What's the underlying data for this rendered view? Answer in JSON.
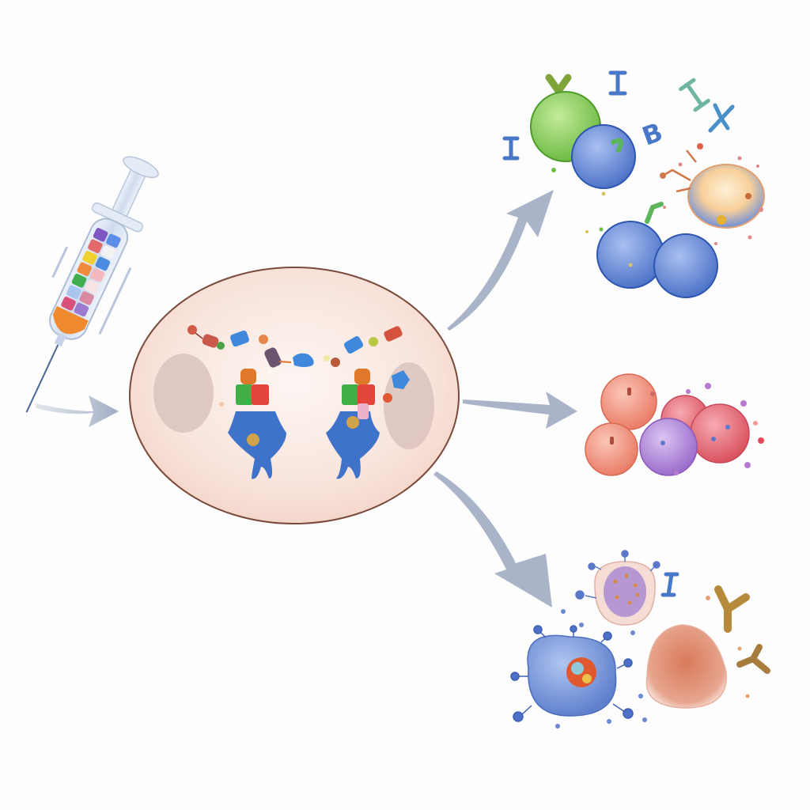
{
  "diagram": {
    "background": "#fdfdfd",
    "theme": "vaccine antigen presentation leading to three immune response outcomes",
    "colors": {
      "arrow": "#a9b4c8",
      "cell_fill": "#f8e3da",
      "cell_center": "#fdf4f0",
      "cell_outline": "#7a4a3a",
      "nucleus_like": "#d9c0bb",
      "receptor_blue": "#3f73c9",
      "antigen_green": "#3fb046",
      "antigen_red": "#e2453a",
      "antigen_orange": "#e0782a",
      "bcell_green": "#8cce5a",
      "lymphocyte_blue": "#6f93dc",
      "plasma_salmon": "#f09a88",
      "plasma_purple": "#b08ad6",
      "plasma_pink": "#e46e7c",
      "tcell_blue": "#7d9ee0",
      "infected_fill": "#f5d9d2",
      "antibody_gold": "#b58a3a",
      "syringe_glass": "#dfe7f3",
      "syringe_tip": "#f08a30"
    },
    "nodes": [
      {
        "id": "syringe",
        "label": "vaccine syringe with multicolored antigen blocks"
      },
      {
        "id": "antigen-presenting-cell",
        "label": "large oval cell with two receptor complexes presenting antigens"
      },
      {
        "id": "outcome-top",
        "label": "B cells and antibodies neutralizing pathogen"
      },
      {
        "id": "outcome-middle",
        "label": "cluster of plasma / effector cells"
      },
      {
        "id": "outcome-bottom",
        "label": "T cell with infected cells and antibodies"
      }
    ],
    "edges": [
      {
        "from": "syringe",
        "to": "antigen-presenting-cell"
      },
      {
        "from": "antigen-presenting-cell",
        "to": "outcome-top"
      },
      {
        "from": "antigen-presenting-cell",
        "to": "outcome-middle"
      },
      {
        "from": "antigen-presenting-cell",
        "to": "outcome-bottom"
      }
    ],
    "glyph_shapes": [
      "I",
      "B",
      "Y",
      "Y",
      "I",
      "I"
    ]
  }
}
